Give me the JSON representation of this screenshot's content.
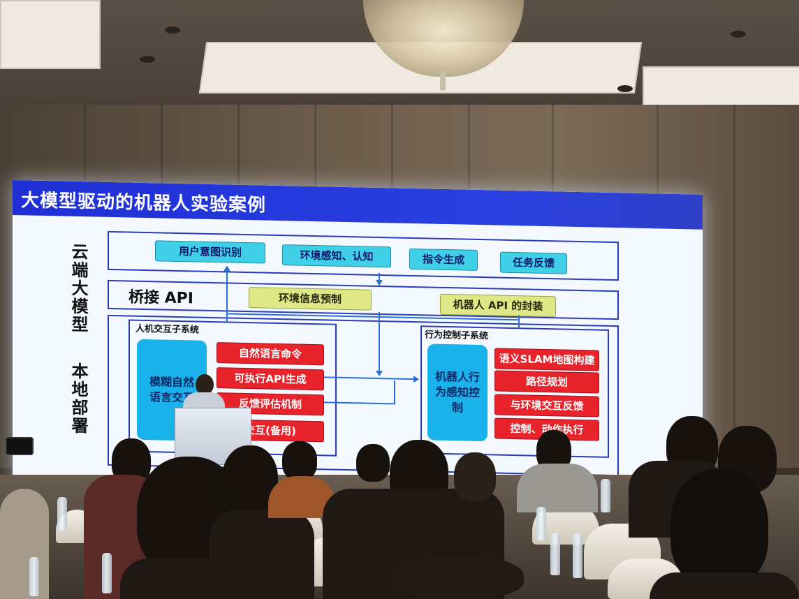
{
  "slide": {
    "title": "大模型驱动的机器人实验案例",
    "side_cloud": "云端大模型",
    "side_local": "本地部署",
    "cloud_row": [
      "用户意图识别",
      "环境感知、认知",
      "指令生成",
      "任务反馈"
    ],
    "bridge": {
      "label": "桥接 API",
      "items": [
        "环境信息预制",
        "机器人 API 的封装"
      ]
    },
    "hci": {
      "title": "人机交互子系统",
      "core": "模糊自然语言交互",
      "items": [
        "自然语言命令",
        "可执行API生成",
        "反馈评估机制",
        "交互(备用)"
      ]
    },
    "behavior": {
      "title": "行为控制子系统",
      "core": "机器人行为感知控制",
      "items": [
        "语义SLAM地图构建",
        "路径规划",
        "与环境交互反馈",
        "控制、动作执行"
      ]
    }
  },
  "colors": {
    "header_blue": "#1f2fd6",
    "cyan_pill": "#3fd0e8",
    "olive_pill": "#dfe887",
    "red_pill": "#e8232c",
    "core_blue": "#19b2ea"
  },
  "icons": [
    "chandelier-icon",
    "phone-icon",
    "bottle-icon"
  ]
}
